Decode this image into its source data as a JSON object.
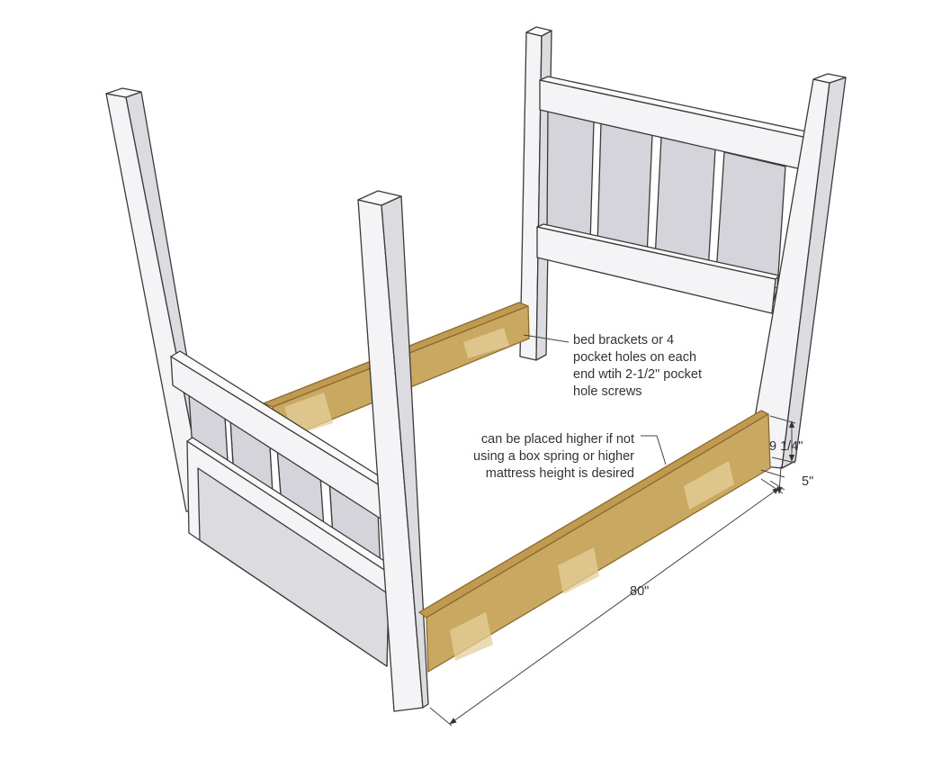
{
  "colors": {
    "post_face": "#f4f4f6",
    "post_side": "#dcdce0",
    "post_top": "#fafafa",
    "panel": "#d4d4da",
    "slat_gap": "#ffffff",
    "outline": "#3a3a3a",
    "wood": "#c9a962",
    "wood_light": "#e4cf99",
    "wood_edge": "#8d6a2d",
    "wood_top": "#bf9a50",
    "leader": "#444444"
  },
  "annotations": {
    "brackets": {
      "line1": "bed brackets or 4",
      "line2": "pocket holes on each",
      "line3": "end wtih 2-1/2\" pocket",
      "line4": "hole screws"
    },
    "placement": {
      "line1": "can be placed higher if not",
      "line2": "using a box spring or higher",
      "line3": "mattress height is desired"
    }
  },
  "dimensions": {
    "rail_height": "9 1/4\"",
    "rail_offset": "5\"",
    "rail_length": "80\""
  }
}
